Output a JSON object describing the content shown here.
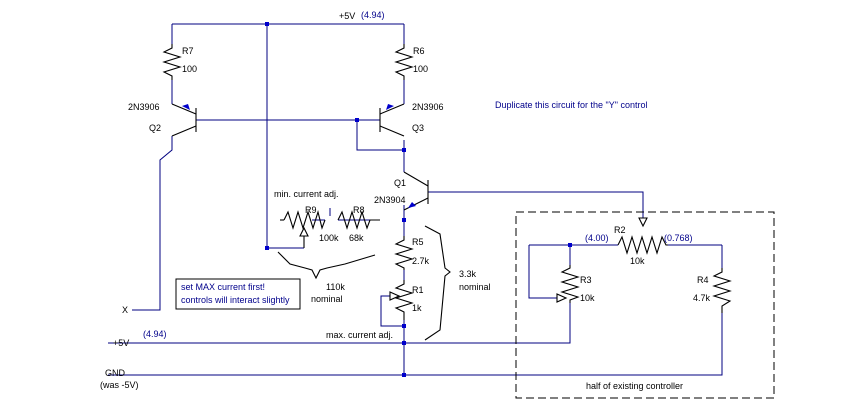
{
  "supply": {
    "vcc_label": "+5V",
    "vcc_value": "(4.94)"
  },
  "components": {
    "r7": {
      "ref": "R7",
      "value": "100"
    },
    "r6": {
      "ref": "R6",
      "value": "100"
    },
    "q2": {
      "ref": "Q2",
      "part": "2N3906"
    },
    "q3": {
      "ref": "Q3",
      "part": "2N3906"
    },
    "q1": {
      "ref": "Q1",
      "part": "2N3904"
    },
    "r9": {
      "ref": "R9",
      "value": "100k"
    },
    "r8": {
      "ref": "R8",
      "value": "68k"
    },
    "r5": {
      "ref": "R5",
      "value": "2.7k"
    },
    "r1": {
      "ref": "R1",
      "value": "1k"
    },
    "r2": {
      "ref": "R2",
      "value": "10k"
    },
    "r3": {
      "ref": "R3",
      "value": "10k"
    },
    "r4": {
      "ref": "R4",
      "value": "4.7k"
    }
  },
  "annotations": {
    "duplicate_note": "Duplicate this circuit for the \"Y\" control",
    "min_current": "min. current adj.",
    "max_current": "max. current adj.",
    "r_110k": "110k",
    "r_110k_nominal": "nominal",
    "r_33k": "3.3k",
    "r_33k_nominal": "nominal",
    "warning_line1": "set MAX current first!",
    "warning_line2": "controls will interact slightly",
    "v_400": "(4.00)",
    "v_0768": "(0.768)",
    "half_controller": "half of existing controller"
  },
  "ports": {
    "x": "X",
    "plus5v": "+5V",
    "plus5v_value": "(4.94)",
    "gnd": "GND",
    "gnd_note": "(was -5V)"
  }
}
